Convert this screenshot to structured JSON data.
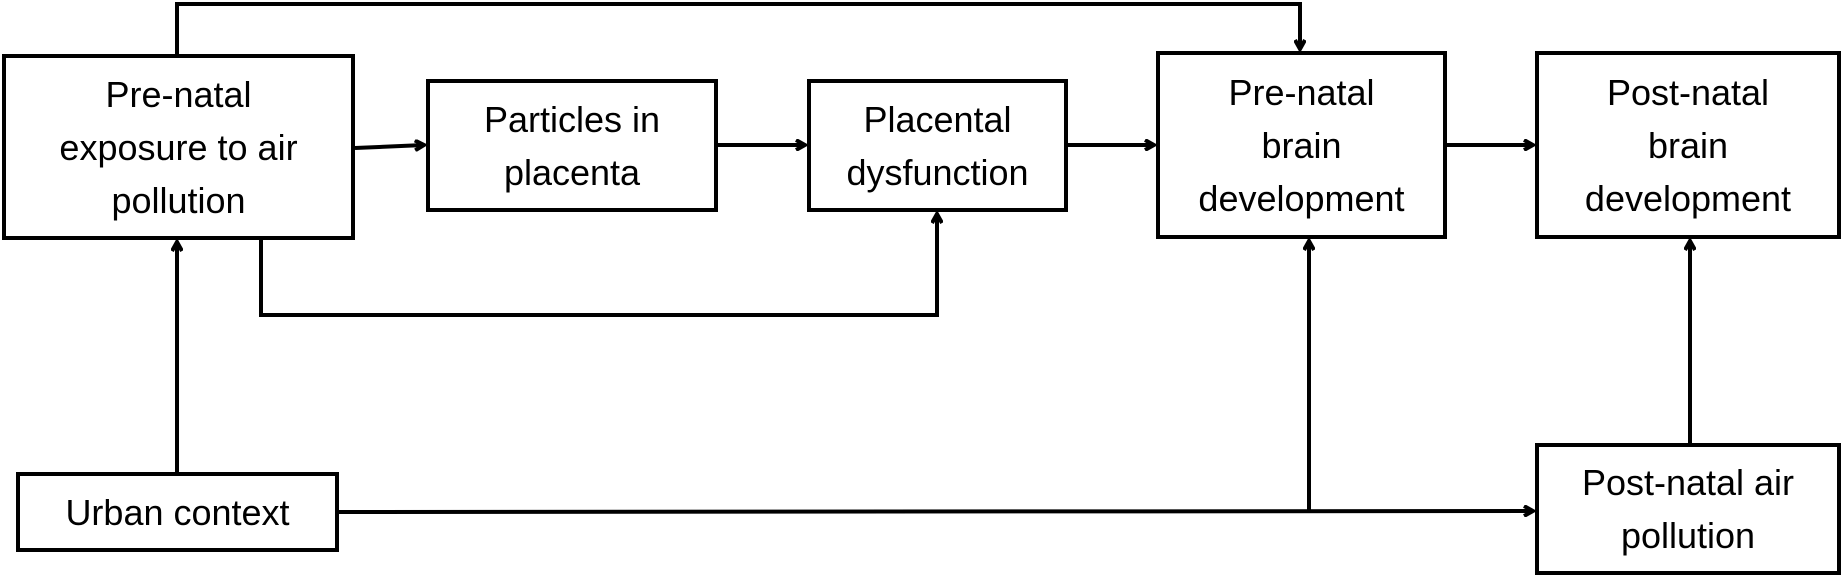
{
  "diagram": {
    "nodes": {
      "exposure": "Pre-natal\nexposure to air\npollution",
      "particles": "Particles in\nplacenta",
      "placental": "Placental\ndysfunction",
      "prebrain": "Pre-natal\nbrain\ndevelopment",
      "postbrain": "Post-natal\nbrain\ndevelopment",
      "urban": "Urban context",
      "postair": "Post-natal air\npollution"
    },
    "edges": [
      {
        "from": "Pre-natal exposure to air pollution",
        "to": "Particles in placenta"
      },
      {
        "from": "Particles in placenta",
        "to": "Placental dysfunction"
      },
      {
        "from": "Pre-natal exposure to air pollution",
        "to": "Placental dysfunction"
      },
      {
        "from": "Placental dysfunction",
        "to": "Pre-natal brain development"
      },
      {
        "from": "Pre-natal exposure to air pollution",
        "to": "Pre-natal brain development"
      },
      {
        "from": "Pre-natal brain development",
        "to": "Post-natal brain development"
      },
      {
        "from": "Urban context",
        "to": "Pre-natal exposure to air pollution"
      },
      {
        "from": "Urban context",
        "to": "Pre-natal brain development"
      },
      {
        "from": "Urban context",
        "to": "Post-natal air pollution"
      },
      {
        "from": "Post-natal air pollution",
        "to": "Post-natal brain development"
      }
    ],
    "colors": {
      "stroke": "#000000",
      "background": "#ffffff"
    }
  }
}
